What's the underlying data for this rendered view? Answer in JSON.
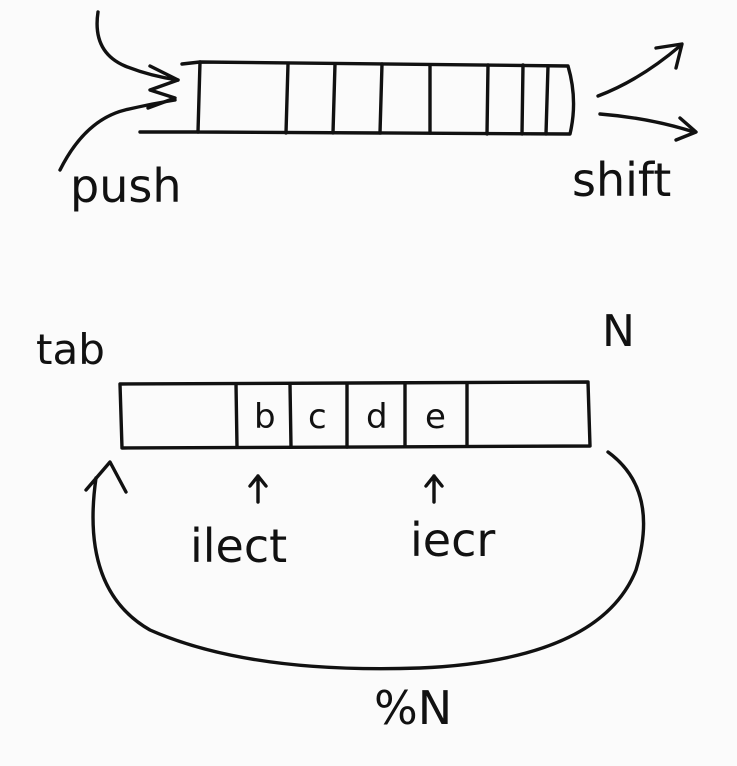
{
  "top_diagram": {
    "cell_count": 8,
    "left_label": "push",
    "right_label": "shift"
  },
  "bottom_diagram": {
    "array_name": "tab",
    "size_label": "N",
    "cells": [
      "",
      "b",
      "c",
      "d",
      "e",
      ""
    ],
    "pointer_left": "ilect",
    "pointer_right": "iecr",
    "wrap_label": "%N"
  },
  "colors": {
    "ink": "#111111",
    "paper": "#fbfbfb"
  }
}
